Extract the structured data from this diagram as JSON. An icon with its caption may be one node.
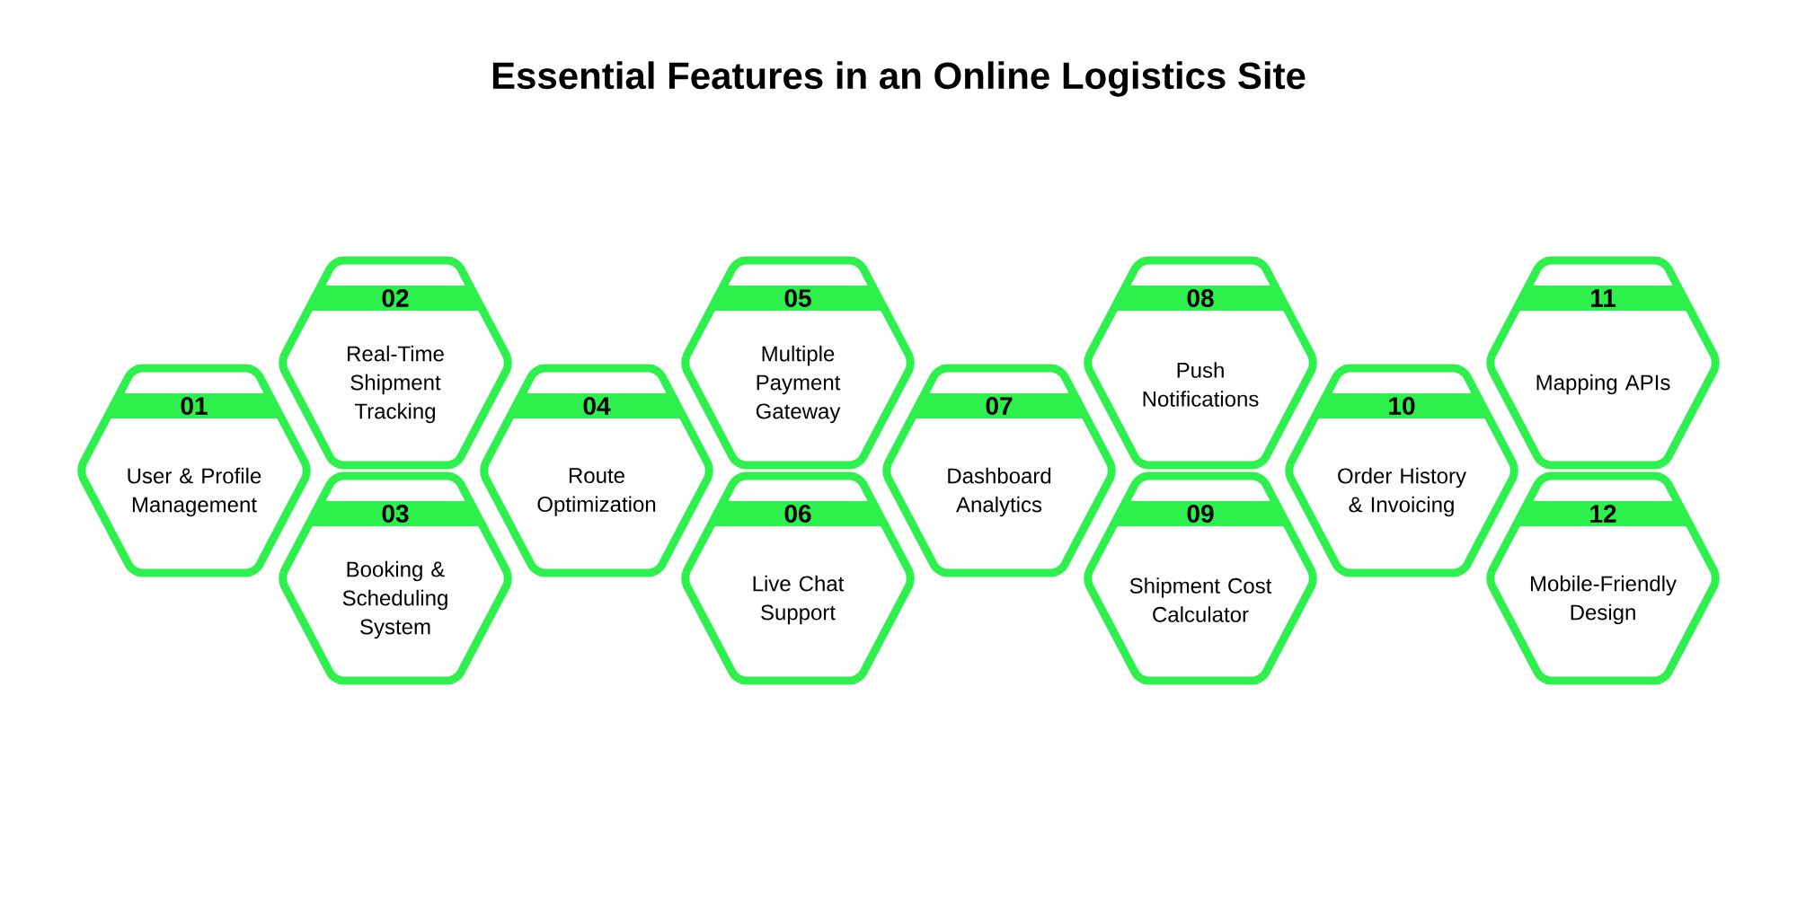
{
  "diagram": {
    "title": "Essential Features in an Online Logistics Site",
    "nodes": [
      {
        "text": [
          "01",
          "User & Profile Management"
        ]
      },
      {
        "text": [
          "02",
          "Real-Time Shipment Tracking"
        ]
      },
      {
        "text": [
          "03",
          "Booking & Scheduling System"
        ]
      },
      {
        "text": [
          "04",
          "Route Optimization"
        ]
      },
      {
        "text": [
          "05",
          "Multiple Payment Gateway"
        ]
      },
      {
        "text": [
          "06",
          "Live Chat Support"
        ]
      },
      {
        "text": [
          "07",
          "Dashboard Analytics"
        ]
      },
      {
        "text": [
          "08",
          "Push Notifications"
        ]
      },
      {
        "text": [
          "09",
          "Shipment Cost Calculator"
        ]
      },
      {
        "text": [
          "10",
          "Order History & Invoicing"
        ]
      },
      {
        "text": [
          "11",
          "Mapping APIs"
        ]
      },
      {
        "text": [
          "12",
          "Mobile-Friendly Design"
        ]
      }
    ]
  }
}
